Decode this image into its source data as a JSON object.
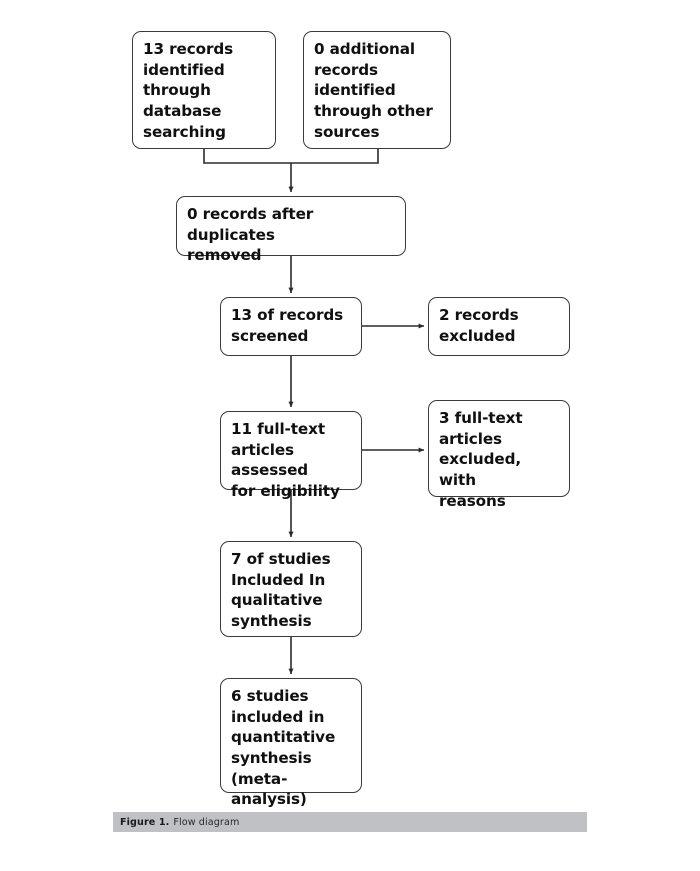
{
  "figure": {
    "caption_label": "Figure 1.",
    "caption_text": "Flow diagram",
    "caption_bar_color": "#bfc1c5"
  },
  "chart_data": {
    "type": "diagram",
    "title": "Flow diagram",
    "diagram_kind": "prisma-flow",
    "box_border_color": "#3b3b3b",
    "box_fill_color": "#ffffff",
    "connector_color": "#2b2b2b",
    "nodes": [
      {
        "id": "identified-db",
        "stage": "identification",
        "count": 13,
        "text": "13 records\nidentified\nthrough\ndatabase\nsearching"
      },
      {
        "id": "identified-other",
        "stage": "identification",
        "count": 0,
        "text": "0 additional\nrecords\nidentified\nthrough other\nsources"
      },
      {
        "id": "duplicates-removed",
        "stage": "identification",
        "count": 0,
        "text": "0 records after duplicates\nremoved"
      },
      {
        "id": "screened",
        "stage": "screening",
        "count": 13,
        "text": "13 of records\nscreened"
      },
      {
        "id": "records-excluded",
        "stage": "screening",
        "count": 2,
        "text": "2 records\nexcluded"
      },
      {
        "id": "fulltext-assessed",
        "stage": "eligibility",
        "count": 11,
        "text": "11 full-text\narticles assessed\nfor eligibility"
      },
      {
        "id": "fulltext-excluded",
        "stage": "eligibility",
        "count": 3,
        "text": "3 full-text\narticles\nexcluded, with\nreasons"
      },
      {
        "id": "qualitative",
        "stage": "included",
        "count": 7,
        "text": "7 of studies\nIncluded In\nqualitative\nsynthesis"
      },
      {
        "id": "quantitative",
        "stage": "included",
        "count": 6,
        "text": "6 studies\nincluded in\nquantitative\nsynthesis\n(meta-analysis)"
      }
    ],
    "edges": [
      {
        "from": "identified-db",
        "to": "duplicates-removed",
        "kind": "merge-arrow"
      },
      {
        "from": "identified-other",
        "to": "duplicates-removed",
        "kind": "merge-arrow"
      },
      {
        "from": "duplicates-removed",
        "to": "screened",
        "kind": "arrow"
      },
      {
        "from": "screened",
        "to": "records-excluded",
        "kind": "arrow"
      },
      {
        "from": "screened",
        "to": "fulltext-assessed",
        "kind": "arrow"
      },
      {
        "from": "fulltext-assessed",
        "to": "fulltext-excluded",
        "kind": "arrow"
      },
      {
        "from": "fulltext-assessed",
        "to": "qualitative",
        "kind": "arrow"
      },
      {
        "from": "qualitative",
        "to": "quantitative",
        "kind": "arrow"
      }
    ]
  }
}
